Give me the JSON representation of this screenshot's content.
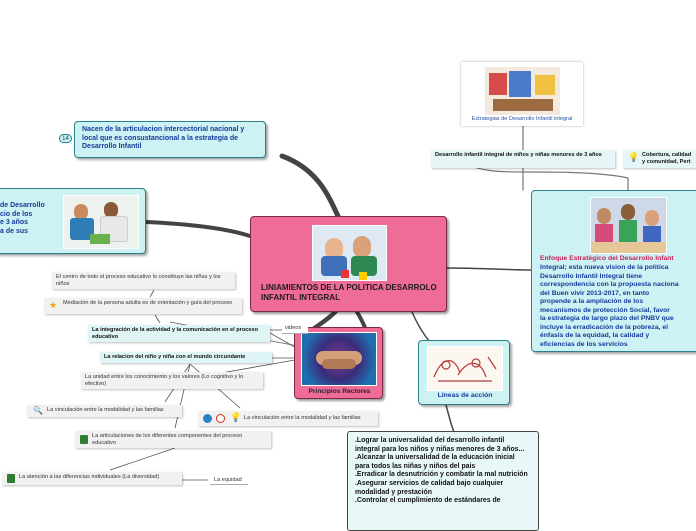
{
  "central": {
    "title": "LINIAMIENTOS DE LA POLITICA DESARROLO INFANTIL INTEGRAL"
  },
  "top_left": {
    "badge": "14",
    "text": "Nacen de la articulacion intercectorial nacional y local que es consustancional a la estrategia de Desarrollo Infantil"
  },
  "left_node": {
    "text": "de Desarrollo\ncio de los\ne 3 años\na de sus"
  },
  "principios": {
    "label": "Principios Rectores",
    "items": [
      "El centro de todo el proceso educativo lo constituye las niñas y los niños",
      "Mediación de la persona adulta es de orientación y guía del proceso",
      "La integración de la actividad y la comunicación en el proceso educativo",
      "La relacion del niño y niña con el mundo circundante",
      "La unidad entre los conocimiento y los valores (Lo cognitivo y lo efectivo)",
      "La vinculación entre la modalidad y las familias",
      "La vinculación entre la modalidad y las familias",
      "La articulaciones de los diferentes componentes del proceso educativo",
      "La atención a las diferencias individuales (La diversidad)",
      "La equidad"
    ],
    "videos_label": "videos"
  },
  "estrategias": {
    "caption": "Estrategias de Desarrollo Infantil integral"
  },
  "desarrollo": {
    "text": "Desarrollo infantil integral de niños y niñas menores de 3 años"
  },
  "cobertura": {
    "text": "Cobertura, calidad\ny comunidad, Pert"
  },
  "enfoque": {
    "title": "Enfoque Estratégico del Desarrollo Infant",
    "lines": [
      "Integral; esta nueva vision de la politica",
      "Desarrollo Infantil Integral tiene",
      "correspondencia con la propuesta naciona",
      "del Buen vivir 2013-2017, en tanto",
      "propende a la ampliación de los",
      "mecanismos de  protección Social, favor",
      "la estrategia de largo plazo del PNBV que",
      "incluye la erradicación de la pobreza, el",
      "énfasis de la equidad, la calidad y",
      "eficiencias de los servicios"
    ]
  },
  "lineas": {
    "label": "Lineas de acción",
    "items": [
      ".Lograr la universalidad del desarrollo infantil integral para los niños y niñas menores de 3 años...",
      ".Alcanzar la universalidad de la educación inicial para todos las niñas y niños del pais",
      ".Erradicar la desnutrición y combatir la mal nutrición",
      ".Asegurar servicios de calidad bajo cualquier modalidad y prestación",
      ".Controlar el cumplimiento de estándares de"
    ]
  }
}
